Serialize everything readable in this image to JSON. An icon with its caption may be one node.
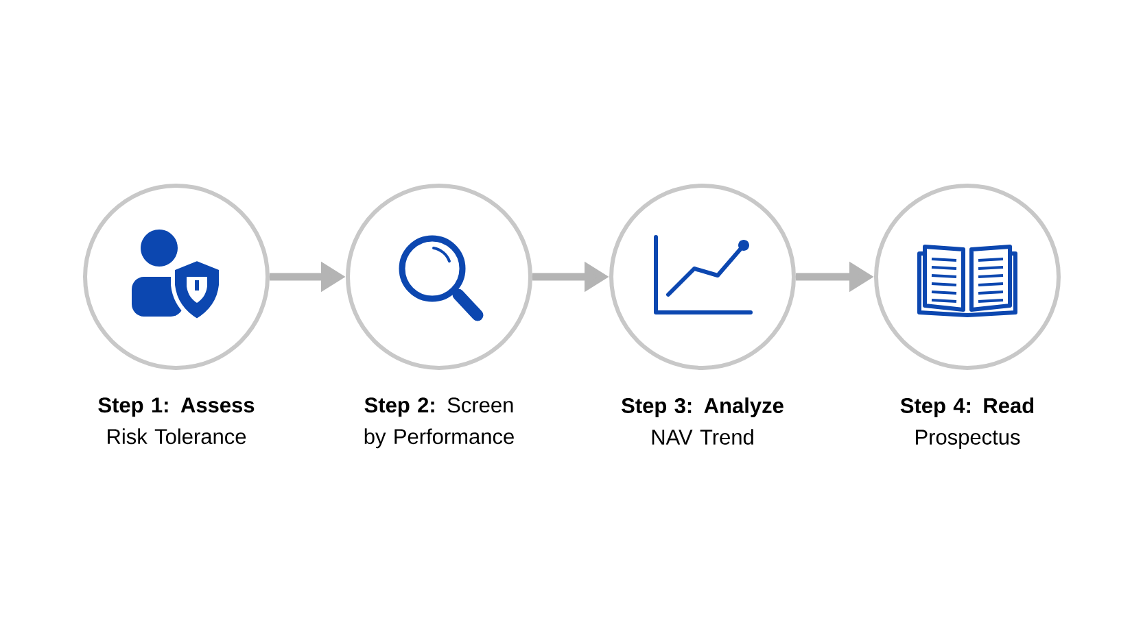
{
  "diagram": {
    "nodes": [
      {
        "text": [
          "**Step 1: Assess** Risk Tolerance"
        ]
      },
      {
        "text": [
          "**Step 2:** Screen by Performance"
        ]
      },
      {
        "text": [
          "**Step 3: Analyze** NAV Trend"
        ]
      },
      {
        "text": [
          "**Step 4: Read** Prospectus"
        ]
      }
    ],
    "edges": [
      {
        "from": 0,
        "to": 1,
        "arrow": "to"
      },
      {
        "from": 1,
        "to": 2,
        "arrow": "to"
      },
      {
        "from": 2,
        "to": 3,
        "arrow": "to"
      }
    ]
  }
}
